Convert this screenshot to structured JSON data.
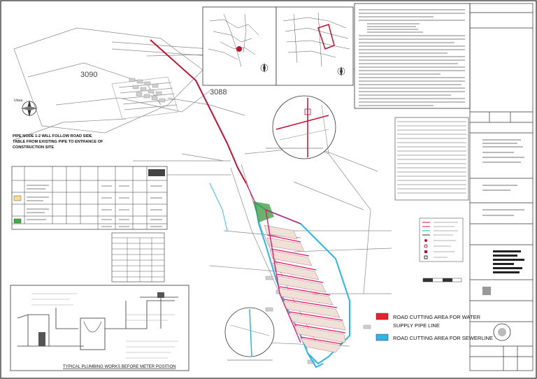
{
  "plot_labels": {
    "lot_a": "3090",
    "lot_b": "3088"
  },
  "north_label": "Utara",
  "pipe_note": {
    "line1": "PIPE NODE 1-2 WILL FOLLOW ROAD SIDE",
    "line2": "TABLE FROM EXISTING PIPE TO ENTRANCE OF",
    "line3": "CONSTRUCTION SITE"
  },
  "legend": {
    "water": {
      "line1": "ROAD CUTTING AREA FOR WATER",
      "line2": "SUPPLY PIPE LINE",
      "color": "#e8202a"
    },
    "sewer": {
      "label": "ROAD CUTTING AREA FOR SEWERLINE",
      "color": "#29b6e8"
    }
  },
  "plumbing_caption": "TYPICAL PLUMBING WORKS BEFORE METER POSITION",
  "colors": {
    "pipe_red": "#c8102e",
    "sewer_blue": "#29b6e8",
    "magenta": "#e0126e",
    "green": "#3a9a3a",
    "yellow_box": "#f5e08a",
    "green_box": "#3cb043",
    "line": "#333333",
    "road": "#8a8a8a"
  }
}
